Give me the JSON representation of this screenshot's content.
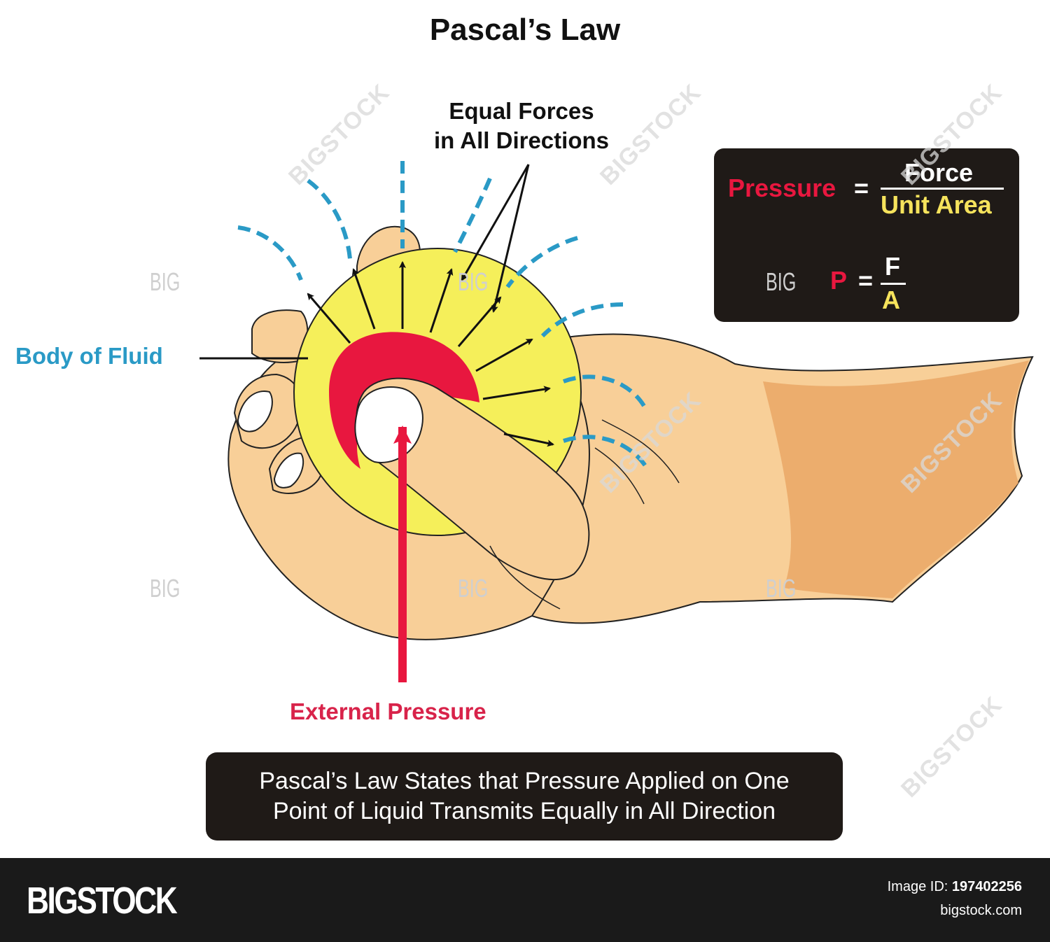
{
  "title": "Pascal’s Law",
  "labels": {
    "equal_forces_line1": "Equal Forces",
    "equal_forces_line2": "in All Directions",
    "body_of_fluid": "Body of Fluid",
    "external_pressure": "External Pressure"
  },
  "formula": {
    "pressure": "Pressure",
    "equals": "=",
    "numerator": "Force",
    "denominator": "Unit Area",
    "p": "P",
    "f": "F",
    "a": "A"
  },
  "statement": {
    "line1": "Pascal’s Law States that Pressure Applied on One",
    "line2": "Point of Liquid Transmits Equally in All Direction"
  },
  "footer": {
    "logo": "BIGSTOCK",
    "image_id_label": "Image ID:",
    "image_id": "197402256",
    "site": "bigstock.com"
  },
  "watermark": {
    "big": "BIG",
    "bigstock": "BIGSTOCK"
  },
  "colors": {
    "fluid": "#f5ef5a",
    "pressure_red": "#e8173f",
    "skin": "#f8cf98",
    "skin_shadow": "#eaa868",
    "dash_blue": "#2a9ac6",
    "formula_yellow": "#f6e35c",
    "box_bg": "#1f1a17"
  }
}
